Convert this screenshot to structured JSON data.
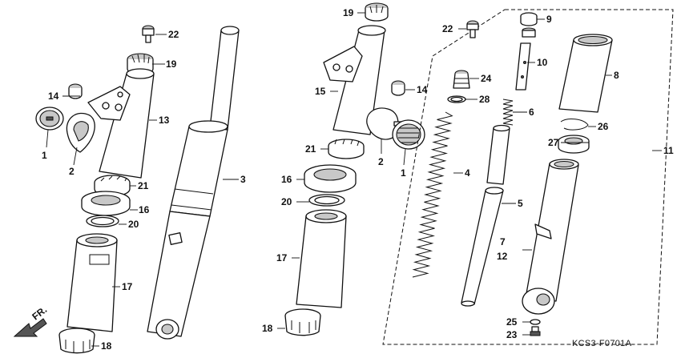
{
  "diagram": {
    "code": "KCS3-F0701A",
    "direction": "FR.",
    "callouts": {
      "c1a": "1",
      "c2a": "2",
      "c3": "3",
      "c13": "13",
      "c14a": "14",
      "c16a": "16",
      "c17a": "17",
      "c18a": "18",
      "c19a": "19",
      "c20a": "20",
      "c21a": "21",
      "c22a": "22",
      "c15": "15",
      "c19b": "19",
      "c14b": "14",
      "c21b": "21",
      "c2b": "2",
      "c1b": "1",
      "c16b": "16",
      "c20b": "20",
      "c17b": "17",
      "c18b": "18",
      "c22b": "22",
      "c9": "9",
      "c10": "10",
      "c8": "8",
      "c24": "24",
      "c28": "28",
      "c6": "6",
      "c26": "26",
      "c27": "27",
      "c11": "11",
      "c4": "4",
      "c5": "5",
      "c7": "7",
      "c12": "12",
      "c25": "25",
      "c23": "23"
    }
  }
}
